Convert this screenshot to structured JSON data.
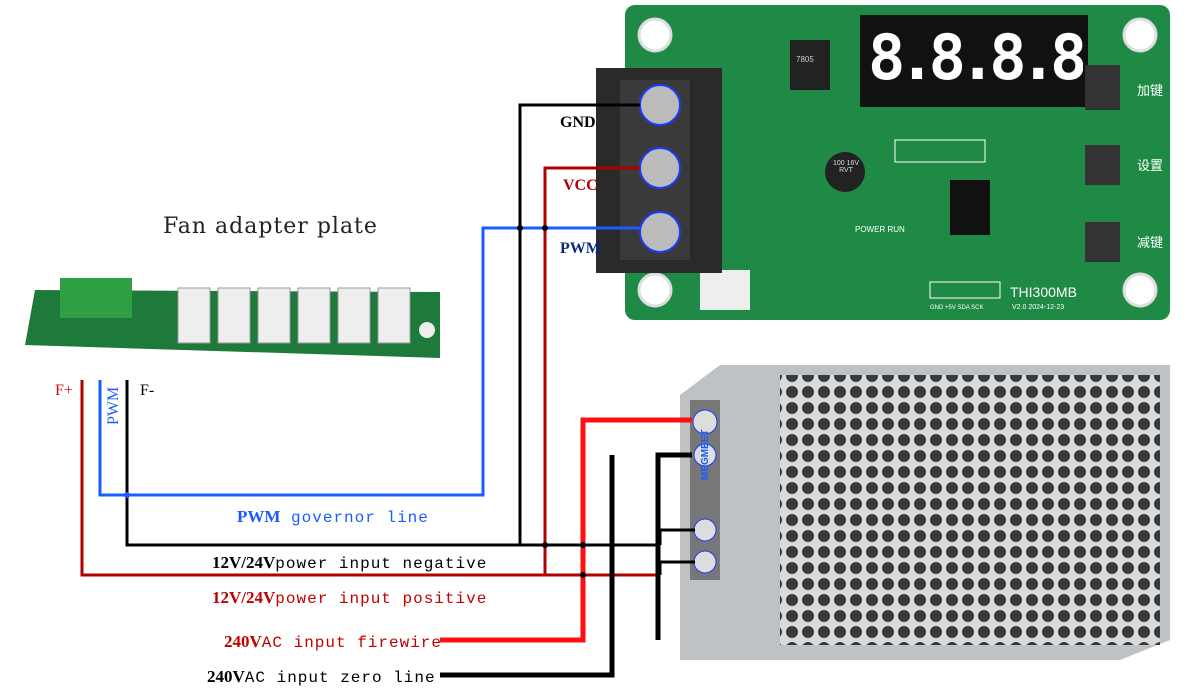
{
  "fan_adapter": {
    "title": "Fan adapter plate",
    "pins": {
      "f_plus": "F+",
      "pwm": "PWM",
      "f_minus": "F-"
    }
  },
  "controller": {
    "model": "THI300MB",
    "version": "V2.0 2024-12-23",
    "display": "8.8.8.8",
    "buttons": {
      "up": "加键",
      "set": "设置",
      "down": "减键"
    },
    "terminals": {
      "gnd": "GND",
      "vcc": "VCC",
      "pwm": "PWM"
    },
    "regulator": "7805",
    "capacitor": "100 16V RVT",
    "leds": "POWER RUN",
    "header_pins": "GND +5V SDA SCK"
  },
  "psu": {
    "brand": "MEGMEET"
  },
  "wires": {
    "pwm_line": {
      "bold": "PWM",
      "text": "governor line"
    },
    "negative": {
      "bold": "12V/24V",
      "text": "power input negative"
    },
    "positive": {
      "bold": "12V/24V",
      "text": "power input positive"
    },
    "fire": {
      "bold": "240V",
      "text": "AC input firewire"
    },
    "zero": {
      "bold": "240V",
      "text": "AC input zero line"
    }
  },
  "colors": {
    "red": "#d01010",
    "black": "#000000",
    "blue": "#1a5cff",
    "pcb": "#1f8a45"
  }
}
